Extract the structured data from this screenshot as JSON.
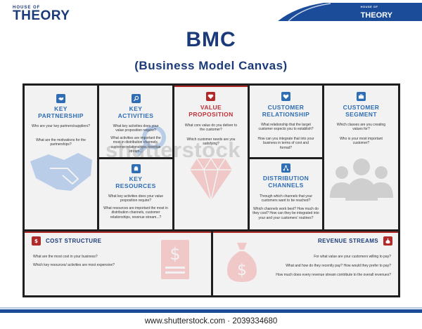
{
  "logo_left": {
    "house": "HOUSE OF",
    "brand": "THEORY"
  },
  "logo_right": {
    "house": "HOUSE OF",
    "brand": "THEORY"
  },
  "title": "BMC",
  "subtitle": "(Business Model Canvas)",
  "cells": {
    "key_partnership": {
      "heading_1": "KEY",
      "heading_2": "PARTNERSHIP",
      "icon": "handshake-icon",
      "q1": "Who are your key partners/suppliers?",
      "q2": "What are the motivations for the partnerships?"
    },
    "key_activities": {
      "heading_1": "KEY",
      "heading_2": "ACTIVITIES",
      "icon": "magnifier-key-icon",
      "q1": "What key activities does your value proposition require?",
      "q2": "What activities are important the most in distribution channels, customer relationships, revenue stream..."
    },
    "key_resources": {
      "heading_1": "KEY",
      "heading_2": "RESOURCES",
      "icon": "resources-icon",
      "q1": "What key activities does your value proposition require?",
      "q2": "What resources are important the most in distribution channels, customer relationships, revenue stream...?"
    },
    "value_proposition": {
      "heading_1": "VALUE",
      "heading_2": "PROPOSITION",
      "icon": "gem-icon",
      "q1": "What core value do you deliver to the customer?",
      "q2": "Which customer needs are you satisfying?"
    },
    "customer_relationship": {
      "heading_1": "CUSTOMER",
      "heading_2": "RELATIONSHIP",
      "icon": "heart-icon",
      "q1": "What relationship that the target customer expects you to establish?",
      "q2": "How can you integrate that into your business in terms of cost and format?"
    },
    "distribution_channels": {
      "heading_1": "DISTRIBUTION",
      "heading_2": "CHANNELS",
      "icon": "network-icon",
      "q1": "Through which channels that your customers want to be reached?",
      "q2": "Which channels work best? How much do they cost? How can they be integrated into your and your customers' routines?"
    },
    "customer_segment": {
      "heading_1": "CUSTOMER",
      "heading_2": "SEGMENT",
      "icon": "briefcase-icon",
      "q1": "Which classes are you creating values for?",
      "q2": "Who is your most important customer?"
    },
    "cost_structure": {
      "heading": "COST STRUCTURE",
      "icon": "dollar-document-icon",
      "q1": "What are the most cost in your business?",
      "q2": "Which key resources/ activities are most expensive?"
    },
    "revenue_streams": {
      "heading": "REVENUE STREAMS",
      "icon": "money-bag-icon",
      "q1": "For what value are your customers willing to pay?",
      "q2": "What and how do they recently pay? How would they prefer to pay?",
      "q3": "How much does every revenue stream contribute to the overall revenues?"
    }
  },
  "watermark": "shutterstock",
  "footer": "www.shutterstock.com · 2039334680",
  "colors": {
    "navy": "#1a3a7a",
    "blue": "#2f6db5",
    "red": "#b02a2a",
    "cell_bg": "#f2f2f2",
    "frame": "#1e1e1e"
  }
}
